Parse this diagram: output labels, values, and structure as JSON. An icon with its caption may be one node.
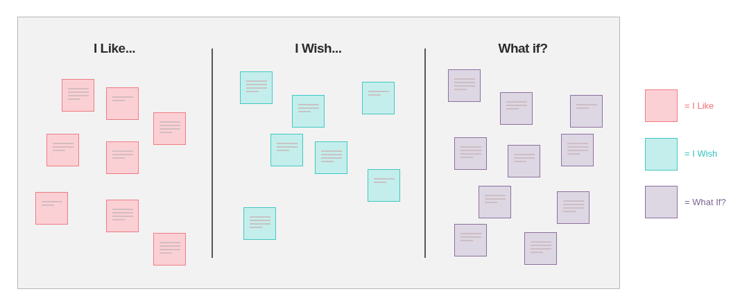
{
  "diagram": {
    "nodes": [
      {
        "text": [],
        "shape": "box"
      },
      {
        "text": [],
        "shape": "box"
      },
      {
        "text": [],
        "shape": "box"
      },
      {
        "text": [],
        "shape": "box"
      },
      {
        "text": [],
        "shape": "box"
      },
      {
        "text": [],
        "shape": "box"
      },
      {
        "text": [],
        "shape": "box"
      },
      {
        "text": [],
        "shape": "box"
      },
      {
        "text": [],
        "shape": "box"
      },
      {
        "text": [],
        "shape": "box"
      },
      {
        "text": [],
        "shape": "box"
      },
      {
        "text": [],
        "shape": "box"
      },
      {
        "text": [],
        "shape": "box"
      },
      {
        "text": [],
        "shape": "box"
      },
      {
        "text": [],
        "shape": "box"
      },
      {
        "text": [],
        "shape": "box"
      },
      {
        "text": [],
        "shape": "box"
      },
      {
        "text": [],
        "shape": "box"
      },
      {
        "text": [],
        "shape": "box"
      },
      {
        "text": [],
        "shape": "box"
      },
      {
        "text": [],
        "shape": "box"
      },
      {
        "text": [],
        "shape": "box"
      },
      {
        "text": [],
        "shape": "box"
      },
      {
        "text": [],
        "shape": "box"
      },
      {
        "text": [],
        "shape": "box"
      }
    ],
    "labels": [
      "I Like...",
      "I Wish...",
      "What if?"
    ],
    "legend": [
      {
        "text": "= I Like",
        "color": "#fbd0d5"
      },
      {
        "text": "= I Wish",
        "color": "#c4eeec"
      },
      {
        "text": "= What If?",
        "color": "#ddd7e4"
      }
    ]
  }
}
